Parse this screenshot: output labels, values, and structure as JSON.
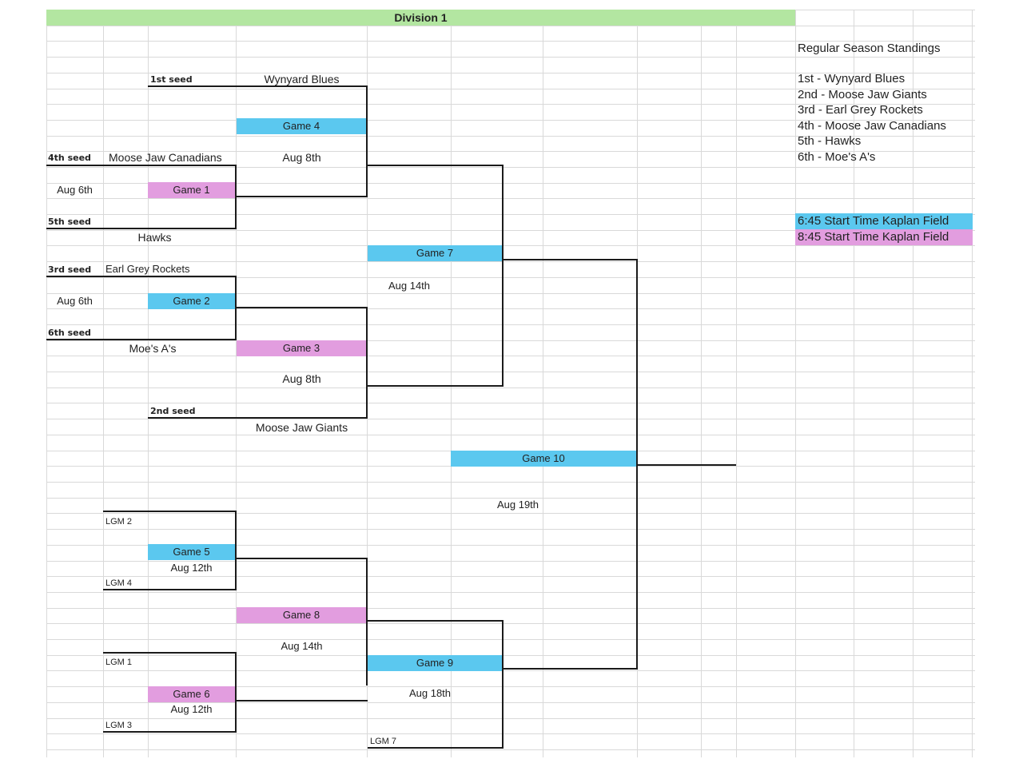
{
  "sheet": {
    "division_title": "Division 1",
    "colors": {
      "early_game": "#5bc8ef",
      "late_game": "#e29ddf",
      "header": "#b3e6a1",
      "grid": "#d9d9d9"
    }
  },
  "bracket": {
    "seeds": {
      "first": "1st seed",
      "second": "2nd seed",
      "third": "3rd seed",
      "fourth": "4th seed",
      "fifth": "5th seed",
      "sixth": "6th seed"
    },
    "teams": {
      "wynyard": "Wynyard Blues",
      "mj_canadians": "Moose Jaw Canadians",
      "hawks": "Hawks",
      "earl_grey": "Earl Grey Rockets",
      "moes": "Moe's A's",
      "mj_giants": "Moose Jaw Giants"
    },
    "games": {
      "g1": "Game 1",
      "g2": "Game 2",
      "g3": "Game 3",
      "g4": "Game 4",
      "g5": "Game 5",
      "g6": "Game 6",
      "g7": "Game 7",
      "g8": "Game 8",
      "g9": "Game 9",
      "g10": "Game 10"
    },
    "dates": {
      "g1": "Aug 6th",
      "g2": "Aug 6th",
      "g3": "Aug 8th",
      "g4": "Aug 8th",
      "g5": "Aug 12th",
      "g6": "Aug 12th",
      "g7": "Aug 14th",
      "g8": "Aug 14th",
      "g9": "Aug 18th",
      "g10": "Aug 19th"
    },
    "losers": {
      "lgm1": "LGM 1",
      "lgm2": "LGM 2",
      "lgm3": "LGM 3",
      "lgm4": "LGM 4",
      "lgm7": "LGM 7"
    }
  },
  "standings": {
    "title": "Regular Season Standings",
    "rows": [
      "1st - Wynyard Blues",
      "2nd - Moose Jaw Giants",
      "3rd - Earl Grey Rockets",
      "4th - Moose Jaw Canadians",
      "5th - Hawks",
      "6th - Moe's A's"
    ]
  },
  "legend": {
    "early": "6:45 Start Time Kaplan Field",
    "late": "8:45 Start Time Kaplan Field"
  }
}
